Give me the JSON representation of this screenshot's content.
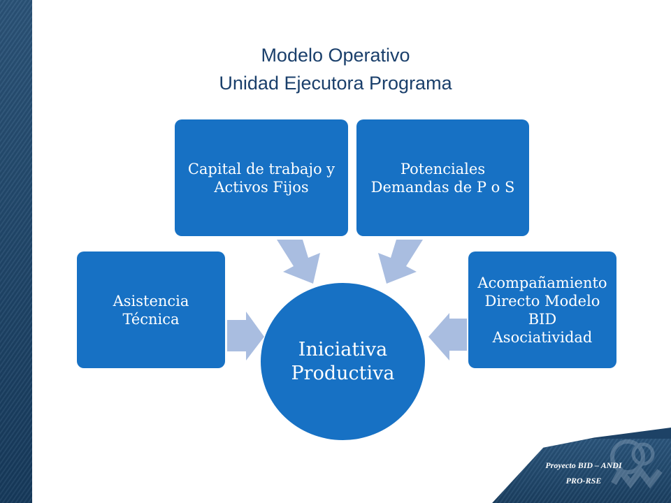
{
  "slide": {
    "title_line1": "Modelo Operativo",
    "title_line2": "Unidad Ejecutora Programa"
  },
  "diagram": {
    "center": {
      "line1": "Iniciativa",
      "line2": "Productiva"
    },
    "nodes": {
      "asistencia": {
        "line1": "Asistencia",
        "line2": "Técnica"
      },
      "capital": {
        "line1": "Capital de trabajo y",
        "line2": "Activos Fijos"
      },
      "demandas": {
        "line1": "Potenciales",
        "line2": "Demandas de P o S"
      },
      "acompanamiento": {
        "line1": "Acompañamiento",
        "line2": "Directo Modelo",
        "line3": "BID",
        "line4": "Asociatividad"
      }
    }
  },
  "footer": {
    "line1": "Proyecto BID – ANDI",
    "line2": "PRO-RSE"
  },
  "colors": {
    "node_fill": "#1771c4",
    "arrow_fill": "#a9bde0",
    "title": "#1a3f6b",
    "frame": "#1d4266"
  }
}
